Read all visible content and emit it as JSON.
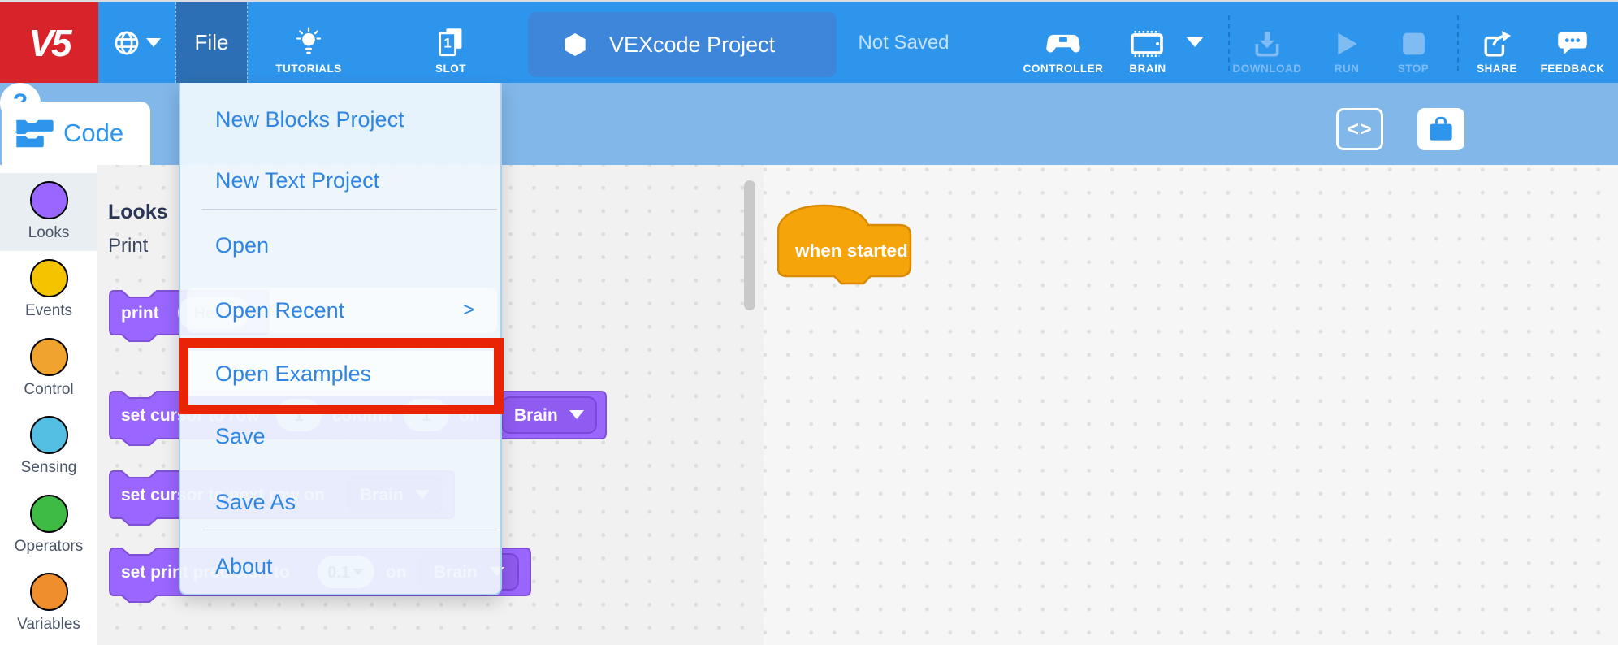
{
  "topbar": {
    "logo": "V5",
    "file_menu": "File",
    "tutorials": "TUTORIALS",
    "slot": "SLOT",
    "slot_number": "1",
    "project_title": "VEXcode Project",
    "save_status": "Not Saved",
    "controller": "CONTROLLER",
    "brain": "BRAIN",
    "download": "DOWNLOAD",
    "run": "RUN",
    "stop": "STOP",
    "share": "SHARE",
    "feedback": "FEEDBACK"
  },
  "secondbar": {
    "code_tab": "Code",
    "code_view": "<>",
    "help": "?"
  },
  "file_menu": {
    "items": [
      {
        "label": "New Blocks Project"
      },
      {
        "label": "New Text Project"
      },
      {
        "label": "Open"
      },
      {
        "label": "Open Recent",
        "submenu_arrow": ">"
      },
      {
        "label": "Open Examples",
        "highlighted": true
      },
      {
        "label": "Save"
      },
      {
        "label": "Save As"
      },
      {
        "label": "About"
      }
    ]
  },
  "sidebar": {
    "categories": [
      {
        "label": "Looks",
        "color": "#9966FF",
        "selected": true
      },
      {
        "label": "Events",
        "color": "#F5C400",
        "selected": false
      },
      {
        "label": "Control",
        "color": "#F0A32E",
        "selected": false
      },
      {
        "label": "Sensing",
        "color": "#54BFE3",
        "selected": false
      },
      {
        "label": "Operators",
        "color": "#3DBB44",
        "selected": false
      },
      {
        "label": "Variables",
        "color": "#EF8E2C",
        "selected": false
      }
    ]
  },
  "palette": {
    "header": "Looks",
    "section": "Print",
    "blocks": [
      {
        "label": "print",
        "value": "Hello"
      },
      {
        "label": "set cursor to row",
        "value1": "1",
        "label2": "column",
        "value2": "1",
        "label3": "on",
        "device": "Brain"
      },
      {
        "label": "set cursor to next row on",
        "device": "Brain"
      },
      {
        "label": "set print precision to",
        "value": "0.1",
        "label2": "on",
        "device": "Brain"
      }
    ]
  },
  "canvas": {
    "blocks": [
      {
        "label": "when started"
      }
    ]
  },
  "icons": {
    "globe": "language globe",
    "lightbulb": "tutorials bulb",
    "pages": "slot pages",
    "hexagon": "project hexagon",
    "gamepad": "controller",
    "screen": "brain device",
    "download_arrow": "download to device",
    "play": "run",
    "square": "stop",
    "share_arrow": "share",
    "speech_bubble": "feedback",
    "code_blocks": "blocks tab"
  },
  "colors": {
    "topbar_blue": "#2E95EC",
    "active_menu_blue": "#2D6FB4",
    "secondbar_blue": "#82B7E9",
    "logo_red": "#D8232A",
    "highlight_red": "#E92306",
    "menu_text_blue": "#2E86E2",
    "looks_purple": "#9966FF",
    "event_gold": "#F5A50A",
    "disabled_blue": "#7FBCF4"
  }
}
